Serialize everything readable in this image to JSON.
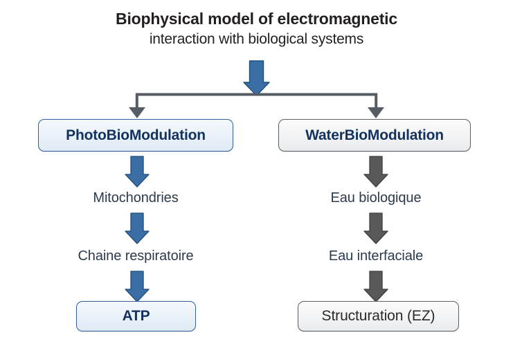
{
  "title": {
    "line1": "Biophysical model of electromagnetic",
    "line2": "interaction with biological systems"
  },
  "colors": {
    "blue_arrow": "#3a6ea5",
    "blue_arrow_dark": "#1f4e79",
    "gray_arrow": "#595959",
    "blue_border": "#2f5f96",
    "gray_border": "#5a6068",
    "navy_text": "#14325e",
    "dark_text": "#231f20",
    "label_text": "#2b3a4d",
    "box_blue_fill": "#e9f1f9",
    "box_gray_fill": "#f2f3f4"
  },
  "branches": {
    "left": {
      "head": "PhotoBioModulation",
      "step1": "Mitochondries",
      "step2": "Chaine respiratoire",
      "result": "ATP"
    },
    "right": {
      "head": "WaterBioModulation",
      "step1": "Eau biologique",
      "step2": "Eau interfaciale",
      "result": "Structuration (EZ)"
    }
  }
}
